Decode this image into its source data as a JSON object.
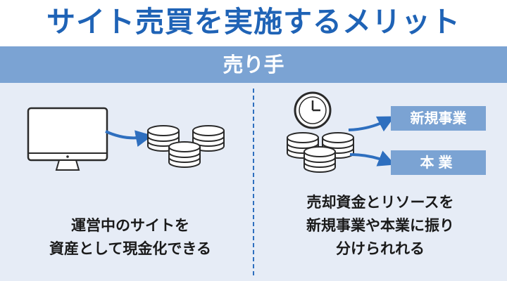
{
  "title": "サイト売買を実施するメリット",
  "band_label": "売り手",
  "right_tags": [
    "新規事業",
    "本業"
  ],
  "left_caption": [
    "運営中のサイトを",
    "資産として現金化できる"
  ],
  "right_caption": [
    "売却資金とリソースを",
    "新規事業や本業に振り",
    "分けられれる"
  ],
  "icons": {
    "monitor": "monitor-icon",
    "coins": "coin-stack-icon",
    "clock": "clock-icon",
    "arrow": "curved-arrow-icon"
  },
  "colors": {
    "title": "#1f63b6",
    "band": "#7ba3d3",
    "panel": "#e6ecf6",
    "accent": "#2e6fbf"
  }
}
